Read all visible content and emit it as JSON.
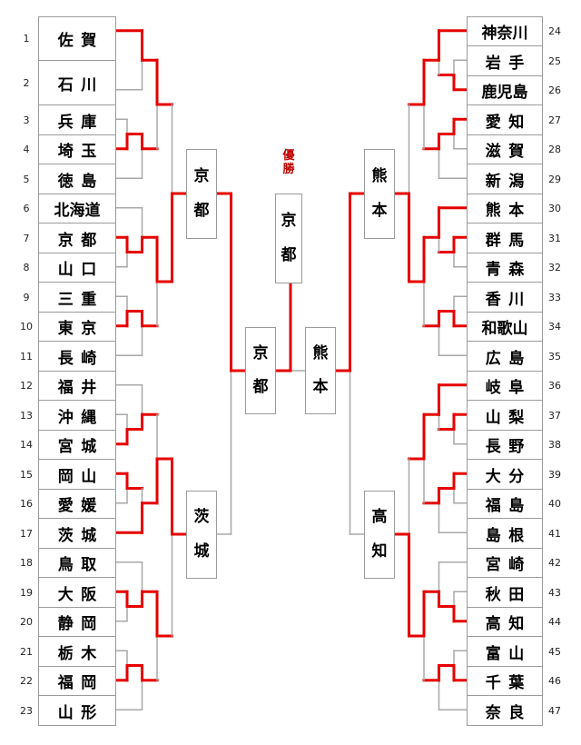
{
  "champion_label": "優勝",
  "champion": "京都",
  "final": {
    "left": "京都",
    "right": "熊本",
    "winner": "京都"
  },
  "semifinals": {
    "left_top": "京都",
    "left_bottom": "茨城",
    "right_top": "熊本",
    "right_bottom": "高知"
  },
  "results": {
    "semifinal_left": {
      "winner": "京都",
      "loser": "茨城"
    },
    "semifinal_right": {
      "winner": "熊本",
      "loser": "高知"
    },
    "final": {
      "winner": "京都",
      "loser": "熊本"
    }
  },
  "left_teams": [
    {
      "seed": 1,
      "name": "佐賀"
    },
    {
      "seed": 2,
      "name": "石川"
    },
    {
      "seed": 3,
      "name": "兵庫"
    },
    {
      "seed": 4,
      "name": "埼玉"
    },
    {
      "seed": 5,
      "name": "徳島"
    },
    {
      "seed": 6,
      "name": "北海道"
    },
    {
      "seed": 7,
      "name": "京都"
    },
    {
      "seed": 8,
      "name": "山口"
    },
    {
      "seed": 9,
      "name": "三重"
    },
    {
      "seed": 10,
      "name": "東京"
    },
    {
      "seed": 11,
      "name": "長崎"
    },
    {
      "seed": 12,
      "name": "福井"
    },
    {
      "seed": 13,
      "name": "沖縄"
    },
    {
      "seed": 14,
      "name": "宮城"
    },
    {
      "seed": 15,
      "name": "岡山"
    },
    {
      "seed": 16,
      "name": "愛媛"
    },
    {
      "seed": 17,
      "name": "茨城"
    },
    {
      "seed": 18,
      "name": "鳥取"
    },
    {
      "seed": 19,
      "name": "大阪"
    },
    {
      "seed": 20,
      "name": "静岡"
    },
    {
      "seed": 21,
      "name": "栃木"
    },
    {
      "seed": 22,
      "name": "福岡"
    },
    {
      "seed": 23,
      "name": "山形"
    }
  ],
  "right_teams": [
    {
      "seed": 24,
      "name": "神奈川"
    },
    {
      "seed": 25,
      "name": "岩手"
    },
    {
      "seed": 26,
      "name": "鹿児島"
    },
    {
      "seed": 27,
      "name": "愛知"
    },
    {
      "seed": 28,
      "name": "滋賀"
    },
    {
      "seed": 29,
      "name": "新潟"
    },
    {
      "seed": 30,
      "name": "熊本"
    },
    {
      "seed": 31,
      "name": "群馬"
    },
    {
      "seed": 32,
      "name": "青森"
    },
    {
      "seed": 33,
      "name": "香川"
    },
    {
      "seed": 34,
      "name": "和歌山"
    },
    {
      "seed": 35,
      "name": "広島"
    },
    {
      "seed": 36,
      "name": "岐阜"
    },
    {
      "seed": 37,
      "name": "山梨"
    },
    {
      "seed": 38,
      "name": "長野"
    },
    {
      "seed": 39,
      "name": "大分"
    },
    {
      "seed": 40,
      "name": "福島"
    },
    {
      "seed": 41,
      "name": "島根"
    },
    {
      "seed": 42,
      "name": "宮崎"
    },
    {
      "seed": 43,
      "name": "秋田"
    },
    {
      "seed": 44,
      "name": "高知"
    },
    {
      "seed": 45,
      "name": "富山"
    },
    {
      "seed": 46,
      "name": "千葉"
    },
    {
      "seed": 47,
      "name": "奈良"
    }
  ],
  "colors": {
    "win_path": "#e60000",
    "line": "#a8a8a8",
    "border": "#9b9b9b",
    "label_red": "#c00000",
    "text": "#000000"
  },
  "bracket_geometry": {
    "segments": [
      [
        128,
        33.75,
        156.5,
        "r"
      ],
      [
        128,
        98.75,
        156.5,
        "g"
      ],
      [
        128,
        131.25,
        140,
        "g"
      ],
      [
        128,
        163.75,
        140,
        "r"
      ],
      [
        128,
        196.25,
        156.5,
        "g"
      ],
      [
        128,
        228.75,
        156.5,
        "g"
      ],
      [
        128,
        261.25,
        140,
        "r"
      ],
      [
        128,
        293.75,
        140,
        "g"
      ],
      [
        128,
        326.25,
        140,
        "g"
      ],
      [
        128,
        358.75,
        140,
        "r"
      ],
      [
        128,
        391.25,
        156.5,
        "g"
      ],
      [
        128,
        423.75,
        156.5,
        "g"
      ],
      [
        128,
        456.25,
        140,
        "g"
      ],
      [
        128,
        488.75,
        140,
        "r"
      ],
      [
        128,
        521.25,
        140,
        "r"
      ],
      [
        128,
        553.75,
        140,
        "g"
      ],
      [
        128,
        586.25,
        156.5,
        "r"
      ],
      [
        128,
        618.75,
        156.5,
        "g"
      ],
      [
        128,
        651.25,
        140,
        "r"
      ],
      [
        128,
        683.75,
        140,
        "g"
      ],
      [
        128,
        716.25,
        140,
        "g"
      ],
      [
        128,
        748.75,
        140,
        "r"
      ],
      [
        128,
        781.25,
        156.5,
        "g"
      ],
      [
        156.5,
        33.75,
        156.5,
        66.25,
        "rv"
      ],
      [
        156.5,
        66.25,
        156.5,
        98.75,
        "gv"
      ],
      [
        156.5,
        66.25,
        173,
        "r"
      ],
      [
        140,
        131.25,
        140,
        147.5,
        "gv"
      ],
      [
        140,
        147.5,
        140,
        163.75,
        "rv"
      ],
      [
        140,
        147.5,
        156.5,
        "r"
      ],
      [
        156.5,
        147.5,
        156.5,
        163.75,
        "rv"
      ],
      [
        156.5,
        163.75,
        156.5,
        196.25,
        "gv"
      ],
      [
        156.5,
        163.75,
        173,
        "r"
      ],
      [
        173,
        66.25,
        173,
        115,
        "rv"
      ],
      [
        173,
        115,
        173,
        163.75,
        "gv"
      ],
      [
        173,
        115,
        189.5,
        "r"
      ],
      [
        140,
        261.25,
        140,
        277.5,
        "rv"
      ],
      [
        140,
        277.5,
        140,
        293.75,
        "gv"
      ],
      [
        140,
        277.5,
        156.5,
        "r"
      ],
      [
        156.5,
        228.75,
        156.5,
        261.25,
        "gv"
      ],
      [
        156.5,
        261.25,
        156.5,
        277.5,
        "rv"
      ],
      [
        156.5,
        261.25,
        173,
        "r"
      ],
      [
        140,
        326.25,
        140,
        342.5,
        "gv"
      ],
      [
        140,
        342.5,
        140,
        358.75,
        "rv"
      ],
      [
        140,
        342.5,
        156.5,
        "r"
      ],
      [
        156.5,
        342.5,
        156.5,
        358.75,
        "rv"
      ],
      [
        156.5,
        358.75,
        156.5,
        391.25,
        "gv"
      ],
      [
        156.5,
        358.75,
        173,
        "r"
      ],
      [
        173,
        261.25,
        173,
        310,
        "rv"
      ],
      [
        173,
        310,
        173,
        358.75,
        "gv"
      ],
      [
        173,
        310,
        189.5,
        "r"
      ],
      [
        189.5,
        115,
        189.5,
        213,
        "gv"
      ],
      [
        189.5,
        213,
        189.5,
        310,
        "rv"
      ],
      [
        189.5,
        213,
        205,
        "r"
      ],
      [
        140,
        456.25,
        140,
        472.5,
        "gv"
      ],
      [
        140,
        472.5,
        140,
        488.75,
        "rv"
      ],
      [
        140,
        472.5,
        156.5,
        "r"
      ],
      [
        156.5,
        423.75,
        156.5,
        456.25,
        "gv"
      ],
      [
        156.5,
        456.25,
        156.5,
        472.5,
        "rv"
      ],
      [
        156.5,
        456.25,
        173,
        "r"
      ],
      [
        140,
        521.25,
        140,
        537.5,
        "rv"
      ],
      [
        140,
        537.5,
        140,
        553.75,
        "gv"
      ],
      [
        140,
        537.5,
        156.5,
        "r"
      ],
      [
        156.5,
        537.5,
        156.5,
        553.75,
        "gv"
      ],
      [
        156.5,
        553.75,
        156.5,
        586.25,
        "rv"
      ],
      [
        156.5,
        553.75,
        173,
        "r"
      ],
      [
        173,
        456.25,
        173,
        505,
        "gv"
      ],
      [
        173,
        505,
        173,
        553.75,
        "rv"
      ],
      [
        173,
        505,
        189.5,
        "r"
      ],
      [
        140,
        651.25,
        140,
        667.5,
        "rv"
      ],
      [
        140,
        667.5,
        140,
        683.75,
        "gv"
      ],
      [
        140,
        667.5,
        156.5,
        "r"
      ],
      [
        156.5,
        618.75,
        156.5,
        651.25,
        "gv"
      ],
      [
        156.5,
        651.25,
        156.5,
        667.5,
        "rv"
      ],
      [
        156.5,
        651.25,
        173,
        "r"
      ],
      [
        140,
        716.25,
        140,
        732.5,
        "gv"
      ],
      [
        140,
        732.5,
        140,
        748.75,
        "rv"
      ],
      [
        140,
        732.5,
        156.5,
        "r"
      ],
      [
        156.5,
        732.5,
        156.5,
        748.75,
        "rv"
      ],
      [
        156.5,
        748.75,
        156.5,
        781.25,
        "gv"
      ],
      [
        156.5,
        748.75,
        173,
        "r"
      ],
      [
        173,
        651.25,
        173,
        700,
        "rv"
      ],
      [
        173,
        700,
        173,
        748.75,
        "gv"
      ],
      [
        173,
        700,
        189.5,
        "r"
      ],
      [
        189.5,
        505,
        189.5,
        588,
        "rv"
      ],
      [
        189.5,
        588,
        189.5,
        700,
        "gv"
      ],
      [
        189.5,
        588,
        205,
        "r"
      ],
      [
        239,
        213,
        254.5,
        "r"
      ],
      [
        254.5,
        213,
        254.5,
        408,
        "rv"
      ],
      [
        254.5,
        408,
        254.5,
        588,
        "gv"
      ],
      [
        239,
        588,
        254.5,
        "g"
      ],
      [
        254.5,
        408,
        270,
        "r"
      ],
      [
        483.5,
        33.75,
        514,
        "r"
      ],
      [
        500,
        66.25,
        514,
        "g"
      ],
      [
        500,
        98.75,
        514,
        "r"
      ],
      [
        500,
        131.25,
        514,
        "r"
      ],
      [
        500,
        163.75,
        514,
        "g"
      ],
      [
        483.5,
        196.25,
        514,
        "g"
      ],
      [
        483.5,
        228.75,
        514,
        "r"
      ],
      [
        500,
        261.25,
        514,
        "r"
      ],
      [
        500,
        293.75,
        514,
        "g"
      ],
      [
        500,
        326.25,
        514,
        "g"
      ],
      [
        500,
        358.75,
        514,
        "r"
      ],
      [
        483.5,
        391.25,
        514,
        "g"
      ],
      [
        483.5,
        423.75,
        514,
        "r"
      ],
      [
        500,
        456.25,
        514,
        "r"
      ],
      [
        500,
        488.75,
        514,
        "g"
      ],
      [
        500,
        521.25,
        514,
        "r"
      ],
      [
        500,
        553.75,
        514,
        "g"
      ],
      [
        483.5,
        586.25,
        514,
        "g"
      ],
      [
        483.5,
        618.75,
        514,
        "g"
      ],
      [
        500,
        651.25,
        514,
        "g"
      ],
      [
        500,
        683.75,
        514,
        "r"
      ],
      [
        500,
        716.25,
        514,
        "g"
      ],
      [
        500,
        748.75,
        514,
        "r"
      ],
      [
        483.5,
        781.25,
        514,
        "g"
      ],
      [
        500,
        66.25,
        500,
        82.5,
        "gv"
      ],
      [
        500,
        82.5,
        500,
        98.75,
        "rv"
      ],
      [
        483.5,
        82.5,
        500,
        "r"
      ],
      [
        483.5,
        33.75,
        483.5,
        66.25,
        "rv"
      ],
      [
        483.5,
        66.25,
        483.5,
        82.5,
        "gv"
      ],
      [
        467,
        66.25,
        483.5,
        "r"
      ],
      [
        500,
        131.25,
        500,
        147.5,
        "rv"
      ],
      [
        500,
        147.5,
        500,
        163.75,
        "gv"
      ],
      [
        483.5,
        147.5,
        500,
        "r"
      ],
      [
        483.5,
        147.5,
        483.5,
        163.75,
        "rv"
      ],
      [
        483.5,
        163.75,
        483.5,
        196.25,
        "gv"
      ],
      [
        467,
        163.75,
        483.5,
        "r"
      ],
      [
        467,
        66.25,
        467,
        115,
        "rv"
      ],
      [
        467,
        115,
        467,
        163.75,
        "gv"
      ],
      [
        450.5,
        115,
        467,
        "r"
      ],
      [
        500,
        261.25,
        500,
        277.5,
        "rv"
      ],
      [
        500,
        277.5,
        500,
        293.75,
        "gv"
      ],
      [
        483.5,
        277.5,
        500,
        "r"
      ],
      [
        483.5,
        228.75,
        483.5,
        261.25,
        "rv"
      ],
      [
        483.5,
        261.25,
        483.5,
        277.5,
        "gv"
      ],
      [
        467,
        261.25,
        483.5,
        "r"
      ],
      [
        500,
        326.25,
        500,
        342.5,
        "gv"
      ],
      [
        500,
        342.5,
        500,
        358.75,
        "rv"
      ],
      [
        483.5,
        342.5,
        500,
        "r"
      ],
      [
        483.5,
        342.5,
        483.5,
        358.75,
        "rv"
      ],
      [
        483.5,
        358.75,
        483.5,
        391.25,
        "gv"
      ],
      [
        467,
        358.75,
        483.5,
        "r"
      ],
      [
        467,
        261.25,
        467,
        310,
        "rv"
      ],
      [
        467,
        310,
        467,
        358.75,
        "gv"
      ],
      [
        450.5,
        310,
        467,
        "r"
      ],
      [
        450.5,
        115,
        450.5,
        213,
        "gv"
      ],
      [
        450.5,
        213,
        450.5,
        310,
        "rv"
      ],
      [
        435,
        213,
        450.5,
        "r"
      ],
      [
        500,
        456.25,
        500,
        472.5,
        "rv"
      ],
      [
        500,
        472.5,
        500,
        488.75,
        "gv"
      ],
      [
        483.5,
        472.5,
        500,
        "r"
      ],
      [
        483.5,
        423.75,
        483.5,
        456.25,
        "rv"
      ],
      [
        483.5,
        456.25,
        483.5,
        472.5,
        "gv"
      ],
      [
        467,
        456.25,
        483.5,
        "r"
      ],
      [
        500,
        521.25,
        500,
        537.5,
        "rv"
      ],
      [
        500,
        537.5,
        500,
        553.75,
        "gv"
      ],
      [
        483.5,
        537.5,
        500,
        "r"
      ],
      [
        483.5,
        537.5,
        483.5,
        553.75,
        "rv"
      ],
      [
        483.5,
        553.75,
        483.5,
        586.25,
        "gv"
      ],
      [
        467,
        553.75,
        483.5,
        "r"
      ],
      [
        467,
        456.25,
        467,
        505,
        "rv"
      ],
      [
        467,
        505,
        467,
        553.75,
        "gv"
      ],
      [
        450.5,
        505,
        467,
        "r"
      ],
      [
        500,
        651.25,
        500,
        667.5,
        "gv"
      ],
      [
        500,
        667.5,
        500,
        683.75,
        "rv"
      ],
      [
        483.5,
        667.5,
        500,
        "r"
      ],
      [
        483.5,
        618.75,
        483.5,
        651.25,
        "gv"
      ],
      [
        483.5,
        651.25,
        483.5,
        667.5,
        "rv"
      ],
      [
        467,
        651.25,
        483.5,
        "r"
      ],
      [
        500,
        716.25,
        500,
        732.5,
        "gv"
      ],
      [
        500,
        732.5,
        500,
        748.75,
        "rv"
      ],
      [
        483.5,
        732.5,
        500,
        "r"
      ],
      [
        483.5,
        732.5,
        483.5,
        748.75,
        "rv"
      ],
      [
        483.5,
        748.75,
        483.5,
        781.25,
        "gv"
      ],
      [
        467,
        748.75,
        483.5,
        "r"
      ],
      [
        467,
        651.25,
        467,
        700,
        "rv"
      ],
      [
        467,
        700,
        467,
        748.75,
        "gv"
      ],
      [
        450.5,
        700,
        467,
        "r"
      ],
      [
        450.5,
        505,
        450.5,
        588,
        "gv"
      ],
      [
        450.5,
        588,
        450.5,
        700,
        "rv"
      ],
      [
        435,
        588,
        450.5,
        "r"
      ],
      [
        385.5,
        213,
        401,
        "r"
      ],
      [
        385.5,
        213,
        385.5,
        408,
        "rv"
      ],
      [
        385.5,
        408,
        385.5,
        588,
        "gv"
      ],
      [
        385.5,
        588,
        401,
        "g"
      ],
      [
        370,
        408,
        385.5,
        "r"
      ],
      [
        304,
        408,
        320,
        "r"
      ],
      [
        320,
        408,
        336,
        "g"
      ],
      [
        320,
        312,
        320,
        408,
        "rv"
      ]
    ]
  }
}
